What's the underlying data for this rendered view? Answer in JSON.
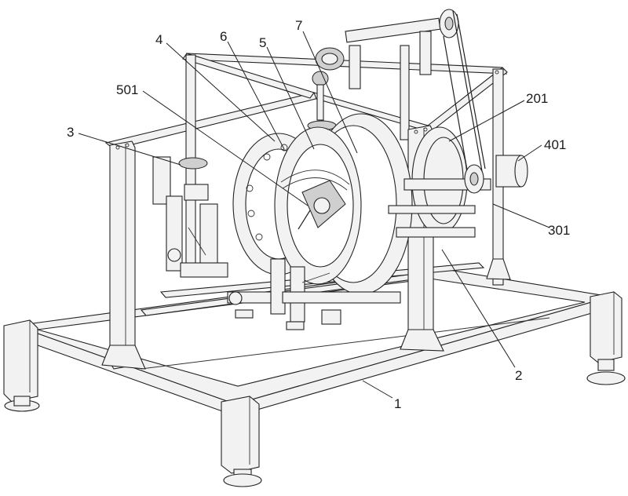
{
  "labels": [
    {
      "id": "1",
      "text": "1"
    },
    {
      "id": "2",
      "text": "2"
    },
    {
      "id": "3",
      "text": "3"
    },
    {
      "id": "4",
      "text": "4"
    },
    {
      "id": "5",
      "text": "5"
    },
    {
      "id": "6",
      "text": "6"
    },
    {
      "id": "7",
      "text": "7"
    },
    {
      "id": "201",
      "text": "201"
    },
    {
      "id": "301",
      "text": "301"
    },
    {
      "id": "401",
      "text": "401"
    },
    {
      "id": "501",
      "text": "501"
    }
  ]
}
